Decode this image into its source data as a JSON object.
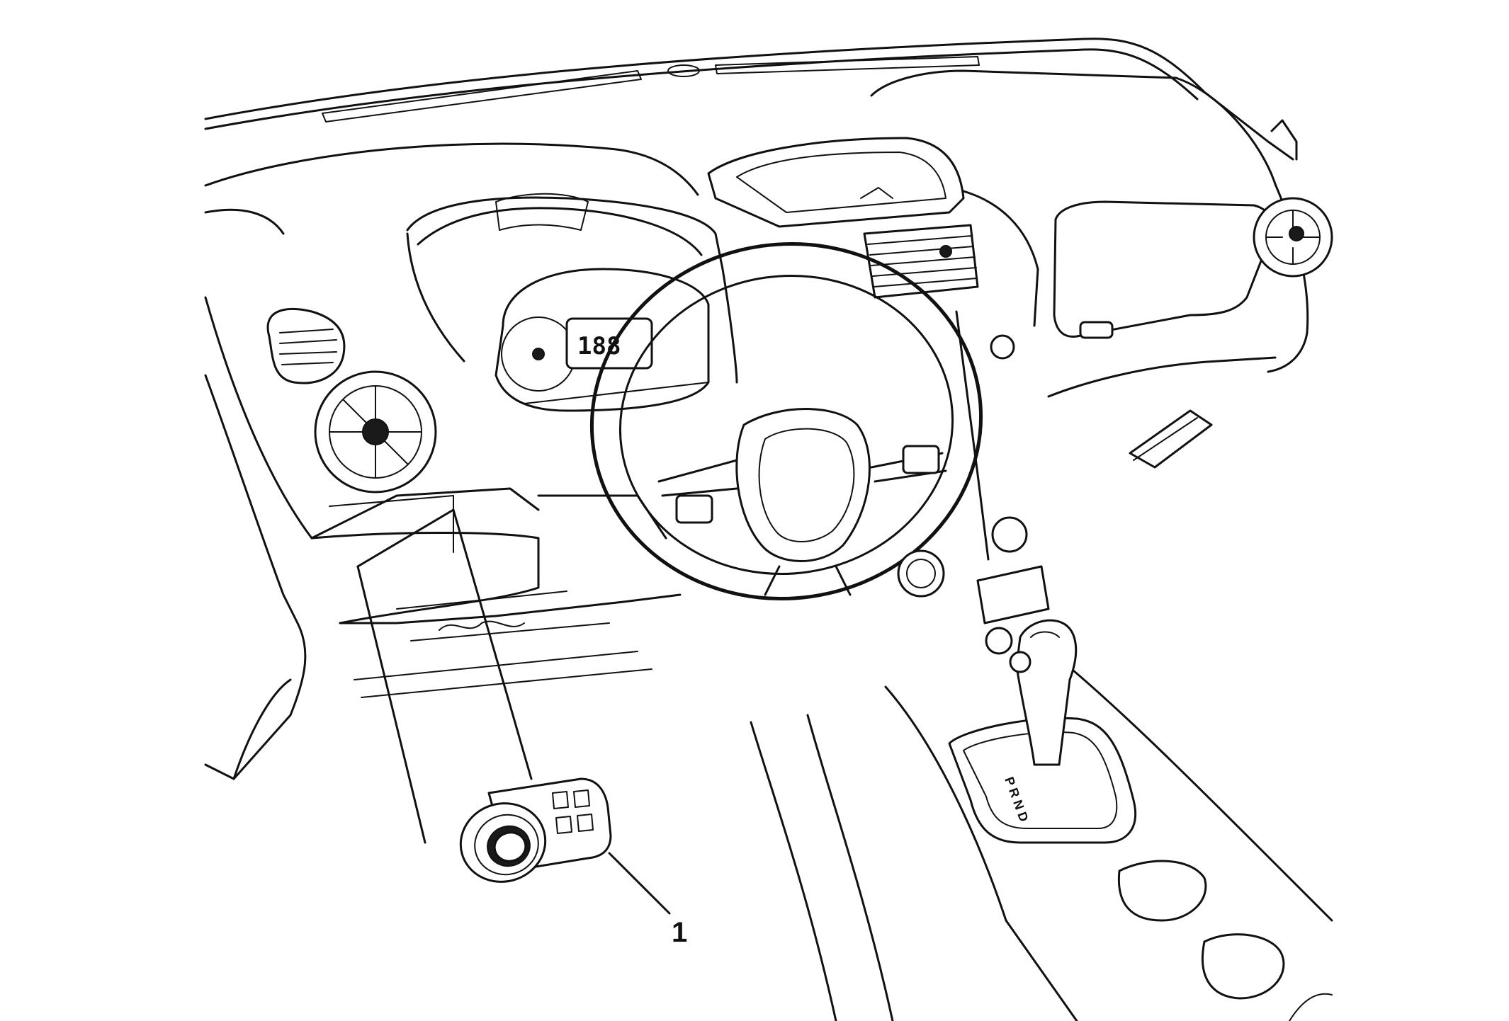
{
  "diagram": {
    "callouts": [
      {
        "id": "1",
        "label": "1",
        "target": "headlamp-switch"
      }
    ],
    "cluster_display_text": "188",
    "gear_indicator_text": "P R N D"
  }
}
